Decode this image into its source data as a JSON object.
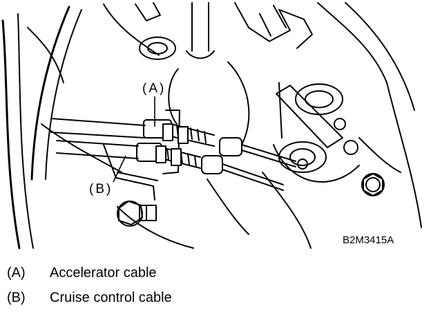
{
  "callouts": {
    "a": "(A)",
    "b": "(B)"
  },
  "figure_code": "B2M3415A",
  "legend": [
    {
      "key": "(A)",
      "text": "Accelerator cable"
    },
    {
      "key": "(B)",
      "text": "Cruise control cable"
    }
  ],
  "colors": {
    "ink": "#000000",
    "paper": "#ffffff"
  }
}
